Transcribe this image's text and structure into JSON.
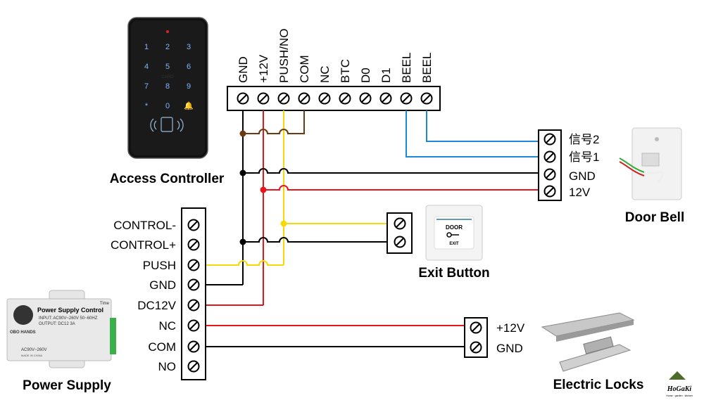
{
  "controller": {
    "title": "Access Controller",
    "terminals": [
      "GND",
      "+12V",
      "PUSH/NO",
      "COM",
      "NC",
      "BTC",
      "D0",
      "D1",
      "BEEL",
      "BEEL"
    ],
    "keypad_keys": [
      "1",
      "2",
      "3",
      "4",
      "5",
      "6",
      "7",
      "8",
      "9",
      "*",
      "0",
      "🔔"
    ],
    "keypad_card_text": "CARD"
  },
  "power_supply": {
    "title": "Power Supply",
    "terminals": [
      "CONTROL-",
      "CONTROL+",
      "PUSH",
      "GND",
      "DC12V",
      "NC",
      "COM",
      "NO"
    ],
    "device_title": "Power Supply Control",
    "device_input": "INPUT:  AC90V~260V 50~60HZ",
    "device_output": "OUTPUT:  DC12  3A",
    "device_brand": "OBO HANDS",
    "device_time": "Time",
    "device_ac": "AC90V~260V",
    "device_made": "MADE IN CHINA"
  },
  "door_bell": {
    "title": "Door Bell",
    "terminals": [
      "信号2",
      "信号1",
      "GND",
      "12V"
    ]
  },
  "exit_button": {
    "title": "Exit Button",
    "plate_text_top": "DOOR",
    "plate_text_bottom": "EXIT"
  },
  "electric_locks": {
    "title": "Electric Locks",
    "terminals": [
      "+12V",
      "GND"
    ]
  },
  "logo": {
    "name": "HoGaKi",
    "tagline": "Home · garden · kitchen"
  },
  "colors": {
    "gnd": "#000000",
    "power": "#e8161b",
    "push": "#f5d90a",
    "com": "#6b3a10",
    "bell": "#1e88d8"
  }
}
